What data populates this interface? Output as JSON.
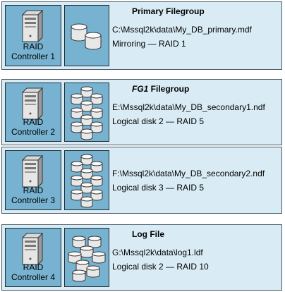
{
  "groups": [
    {
      "title": "Primary  Filegroup",
      "controller": [
        "RAID",
        "Controller 1"
      ],
      "path": "C:\\Mssql2k\\data\\My_DB_primary.mdf",
      "detail": "Mirroring — RAID 1"
    },
    {
      "title_emph": "FG1",
      "title_rest": " Filegroup",
      "controller": [
        "RAID",
        "Controller 2"
      ],
      "path": "E:\\Mssql2k\\data\\My_DB_secondary1.ndf",
      "detail": "Logical disk 2 — RAID 5"
    },
    {
      "controller": [
        "RAID",
        "Controller 3"
      ],
      "path": "F:\\Mssql2k\\data\\My_DB_secondary2.ndf",
      "detail": "Logical disk 3 — RAID 5"
    },
    {
      "title": "Log File",
      "controller": [
        "RAID",
        "Controller 4"
      ],
      "path": "G:\\Mssql2k\\data\\log1.ldf",
      "detail": "Logical disk 2 — RAID 10"
    }
  ]
}
